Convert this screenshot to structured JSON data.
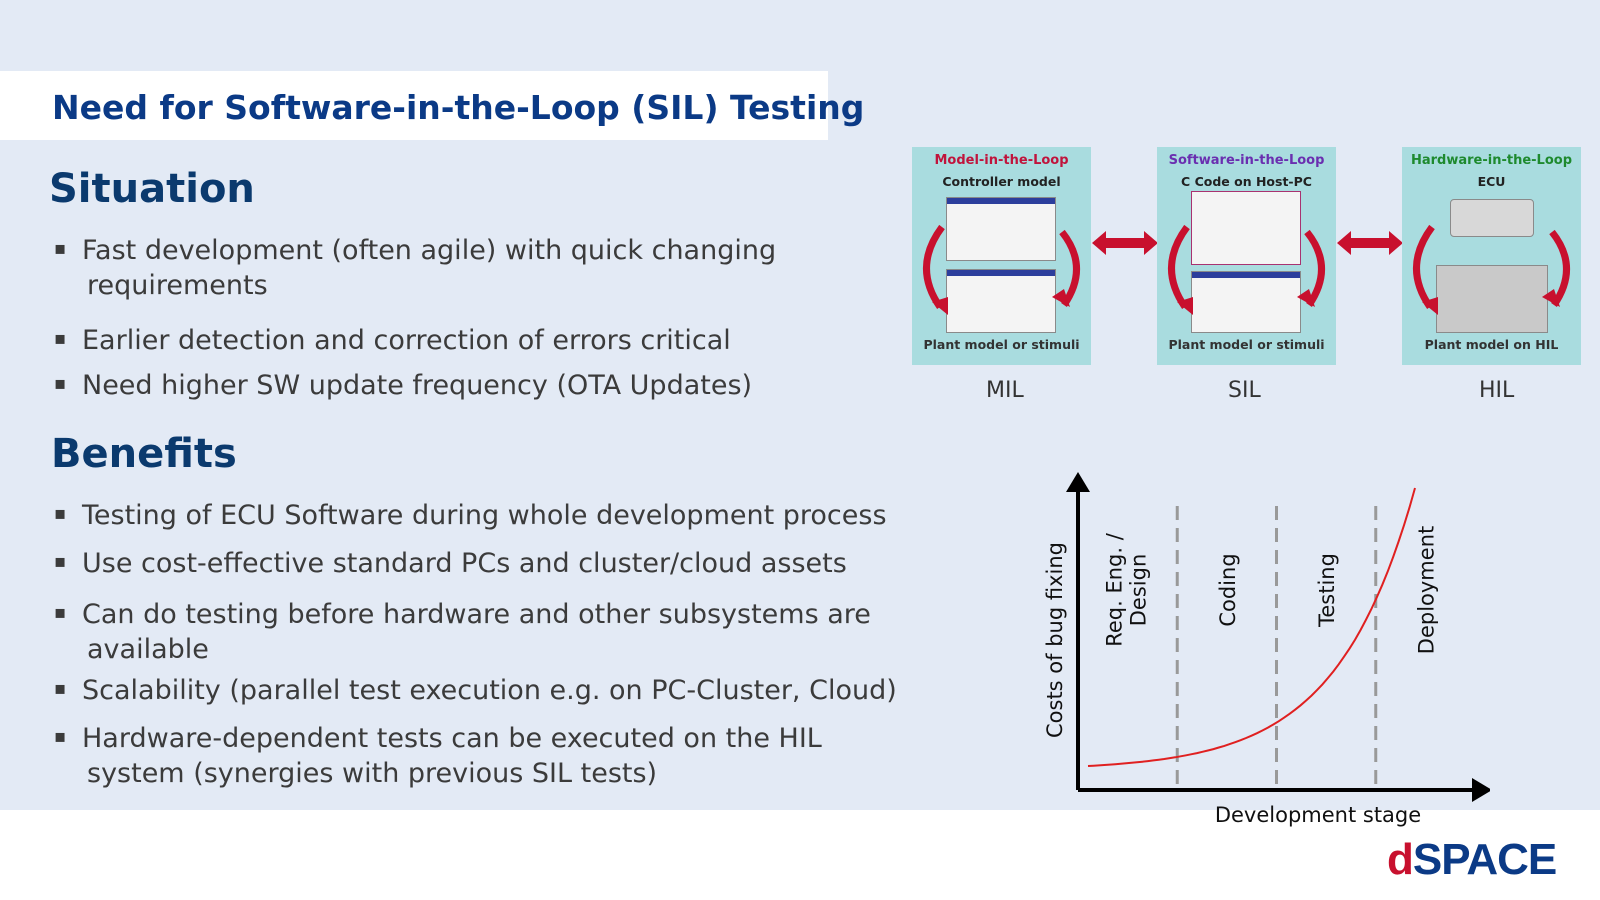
{
  "title": "Need for Software-in-the-Loop (SIL) Testing",
  "situation": {
    "heading": "Situation",
    "bullets": [
      {
        "line1": "Fast development (often agile) with quick changing",
        "line2": "requirements"
      },
      {
        "line1": "Earlier detection and correction of errors critical"
      },
      {
        "line1": "Need higher SW update frequency (OTA Updates)"
      }
    ]
  },
  "benefits": {
    "heading": "Benefits",
    "bullets": [
      {
        "line1": "Testing of ECU Software during whole development process"
      },
      {
        "line1": "Use cost-effective standard PCs and cluster/cloud assets"
      },
      {
        "line1": "Can do testing before hardware and other subsystems are",
        "line2": "available"
      },
      {
        "line1": "Scalability (parallel test execution e.g. on PC-Cluster, Cloud)"
      },
      {
        "line1": "Hardware-dependent tests can be executed on the HIL",
        "line2": "system (synergies with previous SIL tests)"
      }
    ]
  },
  "bullet_glyph": "▪",
  "loops": {
    "mil": {
      "title": "Model-in-the-Loop",
      "sub": "Controller model",
      "foot": "Plant model or stimuli",
      "label": "MIL",
      "color": "#c0143c"
    },
    "sil": {
      "title": "Software-in-the-Loop",
      "sub": "C Code on Host-PC",
      "foot": "Plant model or stimuli",
      "label": "SIL",
      "color": "#6a2fb0"
    },
    "hil": {
      "title": "Hardware-in-the-Loop",
      "sub": "ECU",
      "foot": "Plant model on HIL",
      "label": "HIL",
      "color": "#1e8a2e"
    }
  },
  "chart_data": {
    "type": "line",
    "ylabel": "Costs of bug fixing",
    "xlabel": "Development stage",
    "stages": [
      "Req. Eng. / Design",
      "Coding",
      "Testing",
      "Deployment"
    ],
    "curve": "exponential",
    "line_color": "#e02020"
  },
  "logo": {
    "d": "d",
    "rest": "SPACE"
  }
}
